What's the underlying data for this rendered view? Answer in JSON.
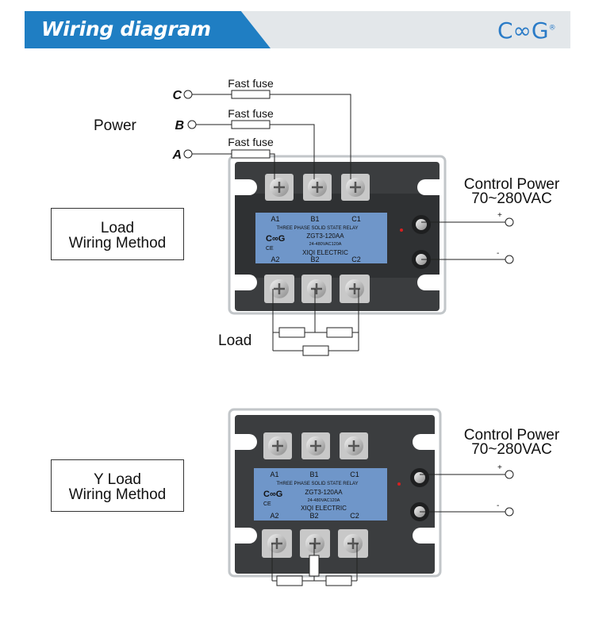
{
  "header": {
    "title": "Wiring diagram",
    "logo": "C∞G",
    "logo_mark": "®",
    "colors": {
      "band": "#e3e7ea",
      "banner": "#1f7ec3",
      "logo": "#2a7bc7"
    }
  },
  "top": {
    "power_label": "Power",
    "phases": [
      "C",
      "B",
      "A"
    ],
    "fuse_label": "Fast fuse",
    "control_power_line1": "Control Power",
    "control_power_line2": "70~280VAC",
    "plus": "+",
    "minus": "-",
    "method_label_line1": "Load",
    "method_label_line2": "Wiring Method",
    "load_label": "Load"
  },
  "bottom": {
    "control_power_line1": "Control Power",
    "control_power_line2": "70~280VAC",
    "plus": "+",
    "minus": "-",
    "method_label_line1": "Y Load",
    "method_label_line2": "Wiring Method"
  },
  "relay": {
    "top_terminals": [
      "A1",
      "B1",
      "C1"
    ],
    "bottom_terminals": [
      "A2",
      "B2",
      "C2"
    ],
    "line1": "THREE PHASE SOLID STATE RELAY",
    "model": "ZGT3-120AA",
    "rating": "24-480VAC120A",
    "brand": "XIQI  ELECTRIC",
    "logo": "C∞G",
    "ce": "CE"
  }
}
